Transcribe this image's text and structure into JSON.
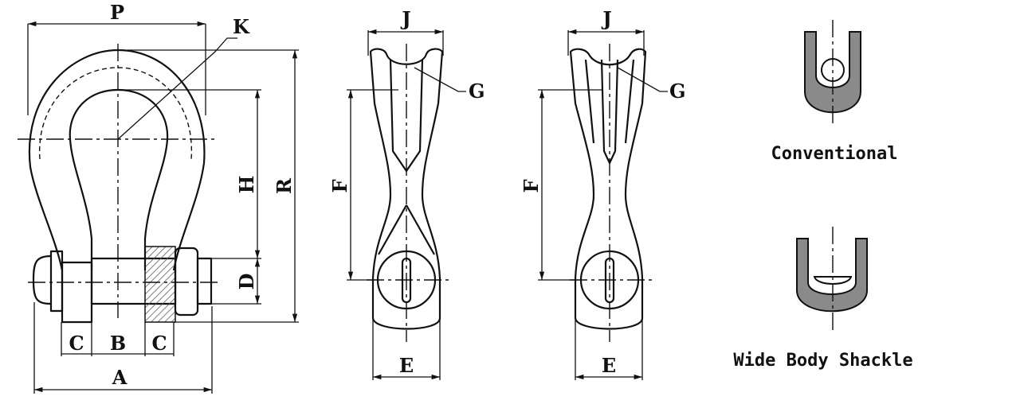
{
  "front_view": {
    "labels": {
      "P": "P",
      "K": "K",
      "H": "H",
      "R": "R",
      "D": "D",
      "C_left": "C",
      "B": "B",
      "C_right": "C",
      "A": "A"
    }
  },
  "side_view_conventional": {
    "labels": {
      "J": "J",
      "G": "G",
      "F": "F",
      "E": "E"
    }
  },
  "side_view_wide_body": {
    "labels": {
      "J": "J",
      "G": "G",
      "F": "F",
      "E": "E"
    }
  },
  "bow_sections": {
    "conventional": {
      "caption": "Conventional"
    },
    "wide_body": {
      "caption": "Wide Body Shackle"
    }
  },
  "colors": {
    "line": "#111111",
    "section_fill": "#8a8a8a"
  }
}
